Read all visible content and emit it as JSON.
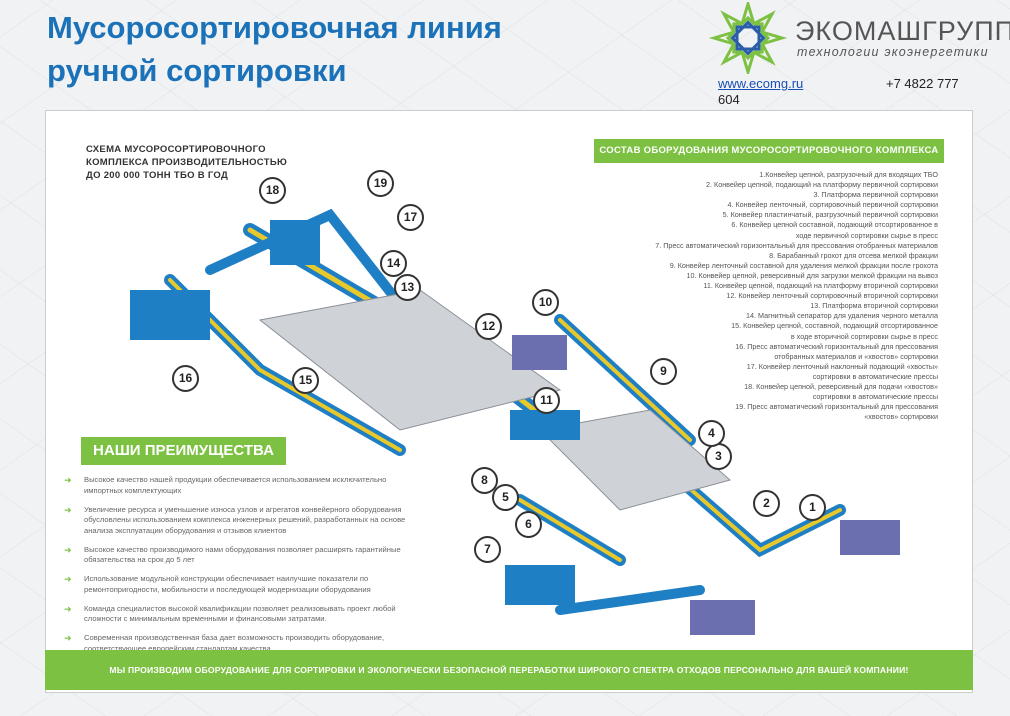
{
  "header": {
    "title_line1": "Мусоросортировочная линия",
    "title_line2": "ручной сортировки"
  },
  "logo": {
    "brand": "ЭКОМАШГРУПП",
    "tagline": "технологии экоэнергетики",
    "website": "www.ecomg.ru",
    "phone_part1": "+7 4822 777",
    "phone_part2": "604"
  },
  "scheme": {
    "title": "СХЕМА МУСОРОСОРТИРОВОЧНОГО КОМПЛЕКСА ПРОИЗВОДИТЕЛЬНОСТЬЮ ДО 200 000 ТОНН ТБО В ГОД"
  },
  "equipment": {
    "title": "СОСТАВ ОБОРУДОВАНИЯ МУСОРОСОРТИРОВОЧНОГО КОМПЛЕКСА",
    "items": [
      "1.Конвейер цепной, разгрузочный для входящих ТБО",
      "2. Конвейер цепной, подающий на платформу первичной сортировки",
      "3. Платформа первичной сортировки",
      "4. Конвейер ленточный, сортировочный первичной сортировки",
      "5. Конвейер пластинчатый, разгрузочный первичной сортировки",
      "6. Конвейер цепной составной, подающий отсортированное в\nходе первичной сортировки сырье в пресс",
      "7. Пресс автоматический горизонтальный для прессования отобранных материалов",
      "8. Барабанный грохот для отсева мелкой фракции",
      "9. Конвейер ленточный составной для удаления мелкой фракции после грохота",
      "10. Конвейер цепной, реверсивный для загрузки мелкой фракции на вывоз",
      "11. Конвейер цепной, подающий на платформу вторичной сортировки",
      "12. Конвейер ленточный сортировочный вторичной сортировки",
      "13. Платформа вторичной сортировки",
      "14. Магнитный сепаратор для удаления черного металла",
      "15. Конвейер цепной, составной, подающий отсортированное\nв ходе вторичной сортировки сырье в пресс",
      "16. Пресс автоматический горизонтальный для прессования\nотобранных материалов и «хвостов» сортировки",
      "17. Конвейер ленточный наклонный подающий «хвосты»\nсортировки в автоматические прессы",
      "18. Конвейер цепной, реверсивный для подачи «хвостов»\nсортировки в автоматические прессы",
      "19. Пресс автоматический горизонтальный для прессования\n«хвостов» сортировки"
    ]
  },
  "advantages": {
    "title": "НАШИ ПРЕИМУЩЕСТВА",
    "items": [
      "Высокое качество нашей продукции обеспечивается использованием исключительно импортных комплектующих",
      "Увеличение ресурса и уменьшение износа узлов и агрегатов конвейерного оборудования обусловлены использованием комплекса инженерных решений, разработанных на основе анализа эксплуатации оборудования и отзывов клиентов",
      "Высокое качество производимого нами оборудования позволяет расширять гарантийные обязательства на срок до 5 лет",
      "Использование модульной конструкции обеспечивает наилучшие показатели по ремонтопригодности, мобильности и последующей модернизации оборудования",
      "Команда специалистов высокой квалификации позволяет реализовывать проект любой сложности с минимальным временными и финансовыми затратами.",
      "Современная производственная база дает возможность производить оборудование, соответствующее европейским стандартам качества"
    ]
  },
  "callouts": [
    "1",
    "2",
    "3",
    "4",
    "5",
    "6",
    "7",
    "8",
    "9",
    "10",
    "11",
    "12",
    "13",
    "14",
    "15",
    "16",
    "17",
    "18",
    "19"
  ],
  "footer": "МЫ ПРОИЗВОДИМ ОБОРУДОВАНИЕ ДЛЯ СОРТИРОВКИ И ЭКОЛОГИЧЕСКИ БЕЗОПАСНОЙ ПЕРЕРАБОТКИ ШИРОКОГО СПЕКТРА ОТХОДОВ ПЕРСОНАЛЬНО ДЛЯ ВАШЕЙ КОМПАНИИ!",
  "colors": {
    "title": "#1b72b8",
    "accent_green": "#7cc142",
    "equipment_blue": "#1f7fc4",
    "conveyor_yellow": "#e8c82a"
  }
}
